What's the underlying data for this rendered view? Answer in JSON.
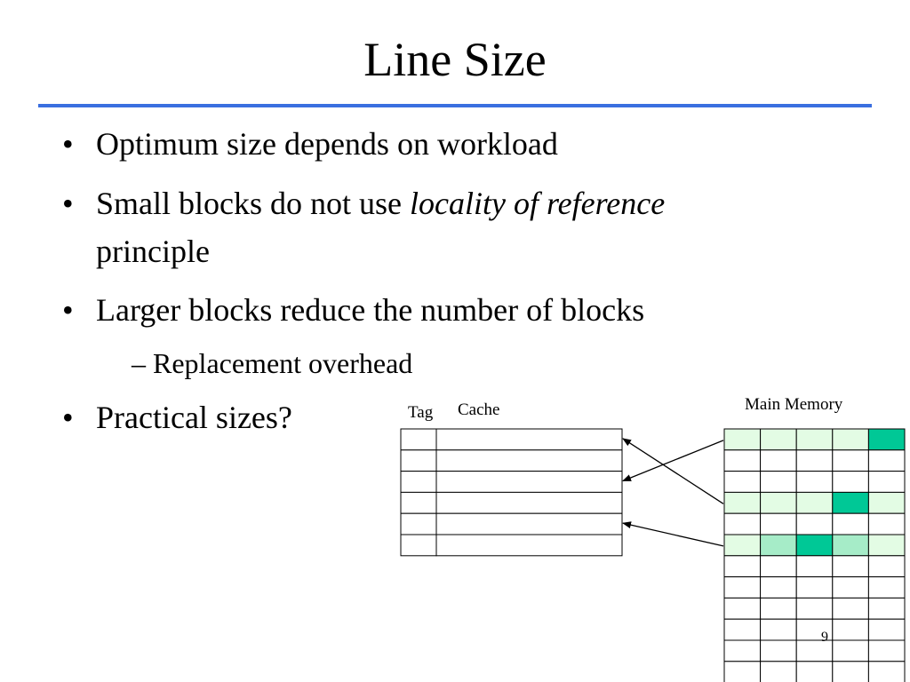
{
  "slide": {
    "title": "Line Size",
    "bullets": [
      {
        "parts": [
          {
            "text": "Optimum size depends on workload",
            "italic": false
          }
        ]
      },
      {
        "parts": [
          {
            "text": "Small blocks do not use ",
            "italic": false
          },
          {
            "text": "locality of reference",
            "italic": true
          }
        ],
        "continuation": "principle"
      },
      {
        "parts": [
          {
            "text": "Larger blocks reduce the number of blocks",
            "italic": false
          }
        ]
      },
      {
        "parts": [
          {
            "text": "Practical sizes?",
            "italic": false
          }
        ]
      }
    ],
    "sub_bullet": "– Replacement overhead",
    "bullet_symbol": "•",
    "page_number": "9"
  },
  "diagram": {
    "tag_label": "Tag",
    "cache_label": "Cache",
    "memory_label": "Main Memory",
    "cache_lines": 6,
    "memory_rows": 12,
    "memory_cols": 5,
    "colors": {
      "rule": "#3a6fe0",
      "light": "#e3fce4",
      "medium": "#a6ecc8",
      "dark": "#00c896",
      "empty": "#ffffff"
    },
    "memory_fill": [
      [
        "light",
        "light",
        "light",
        "light",
        "dark"
      ],
      [
        "empty",
        "empty",
        "empty",
        "empty",
        "empty"
      ],
      [
        "empty",
        "empty",
        "empty",
        "empty",
        "empty"
      ],
      [
        "light",
        "light",
        "light",
        "dark",
        "light"
      ],
      [
        "empty",
        "empty",
        "empty",
        "empty",
        "empty"
      ],
      [
        "light",
        "medium",
        "dark",
        "medium",
        "light"
      ],
      [
        "empty",
        "empty",
        "empty",
        "empty",
        "empty"
      ],
      [
        "empty",
        "empty",
        "empty",
        "empty",
        "empty"
      ],
      [
        "empty",
        "empty",
        "empty",
        "empty",
        "empty"
      ],
      [
        "empty",
        "empty",
        "empty",
        "empty",
        "empty"
      ],
      [
        "empty",
        "empty",
        "empty",
        "empty",
        "empty"
      ],
      [
        "empty",
        "empty",
        "empty",
        "empty",
        "empty"
      ]
    ],
    "arrows": [
      {
        "from_memory_row": 0,
        "to_cache_line": 2
      },
      {
        "from_memory_row": 3,
        "to_cache_line": 0
      },
      {
        "from_memory_row": 5,
        "to_cache_line": 4
      }
    ]
  }
}
